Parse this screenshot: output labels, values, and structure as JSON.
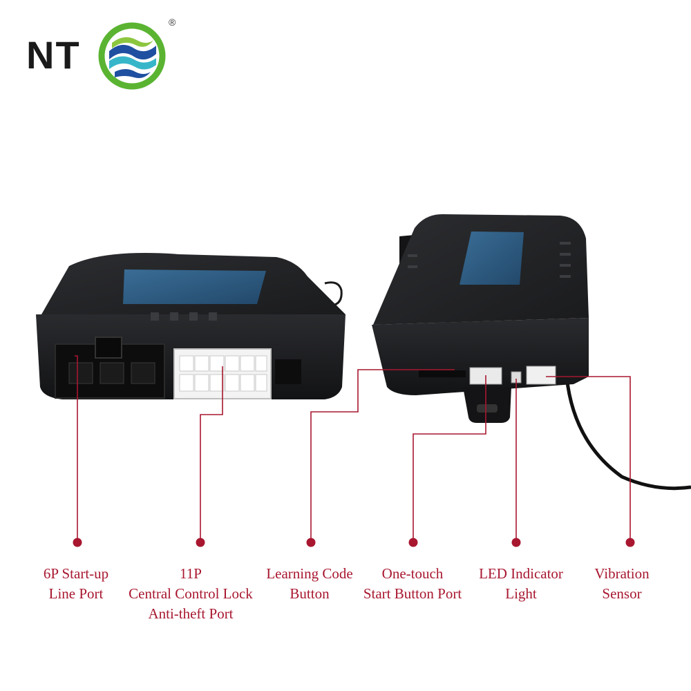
{
  "brand": {
    "name": "NT",
    "registered": "®",
    "colors": {
      "text": "#1a1a1a",
      "ring": "#5ab431",
      "wave_blue": "#1f4fa0",
      "wave_light": "#38b6c9"
    }
  },
  "callouts": [
    {
      "lines": [
        "6P Start-up",
        "Line Port"
      ]
    },
    {
      "lines": [
        "11P",
        "Central Control Lock",
        "Anti-theft Port"
      ]
    },
    {
      "lines": [
        "Learning Code",
        "Button"
      ]
    },
    {
      "lines": [
        "One-touch",
        "Start Button Port"
      ]
    },
    {
      "lines": [
        "LED Indicator",
        "Light"
      ]
    },
    {
      "lines": [
        "Vibration",
        "Sensor"
      ]
    }
  ],
  "colors": {
    "callout": "#a8172f",
    "device": "#1b1c1e",
    "window": "#2f5f87"
  }
}
